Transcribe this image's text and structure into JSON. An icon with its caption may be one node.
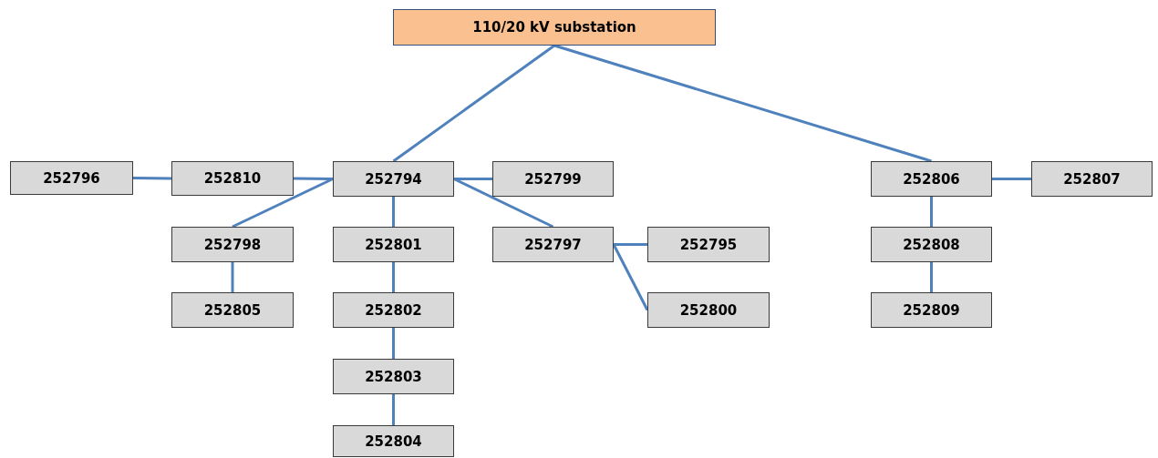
{
  "diagram": {
    "nodes": [
      {
        "text": [
          "110/20 kV substation"
        ]
      },
      {
        "text": [
          "252796"
        ]
      },
      {
        "text": [
          "252810"
        ]
      },
      {
        "text": [
          "252794"
        ]
      },
      {
        "text": [
          "252799"
        ]
      },
      {
        "text": [
          "252806"
        ]
      },
      {
        "text": [
          "252807"
        ]
      },
      {
        "text": [
          "252798"
        ]
      },
      {
        "text": [
          "252801"
        ]
      },
      {
        "text": [
          "252797"
        ]
      },
      {
        "text": [
          "252795"
        ]
      },
      {
        "text": [
          "252808"
        ]
      },
      {
        "text": [
          "252805"
        ]
      },
      {
        "text": [
          "252802"
        ]
      },
      {
        "text": [
          "252800"
        ]
      },
      {
        "text": [
          "252809"
        ]
      },
      {
        "text": [
          "252803"
        ]
      },
      {
        "text": [
          "252804"
        ]
      }
    ],
    "edges": [
      {
        "from": 0,
        "to": 3,
        "arrow": "none"
      },
      {
        "from": 0,
        "to": 5,
        "arrow": "none"
      },
      {
        "from": 1,
        "to": 2,
        "arrow": "none"
      },
      {
        "from": 2,
        "to": 3,
        "arrow": "none"
      },
      {
        "from": 3,
        "to": 7,
        "arrow": "none"
      },
      {
        "from": 3,
        "to": 4,
        "arrow": "none"
      },
      {
        "from": 3,
        "to": 9,
        "arrow": "none"
      },
      {
        "from": 3,
        "to": 8,
        "arrow": "none"
      },
      {
        "from": 8,
        "to": 13,
        "arrow": "none"
      },
      {
        "from": 13,
        "to": 16,
        "arrow": "none"
      },
      {
        "from": 16,
        "to": 17,
        "arrow": "none"
      },
      {
        "from": 7,
        "to": 12,
        "arrow": "none"
      },
      {
        "from": 9,
        "to": 10,
        "arrow": "none"
      },
      {
        "from": 9,
        "to": 14,
        "arrow": "none"
      },
      {
        "from": 5,
        "to": 6,
        "arrow": "none"
      },
      {
        "from": 5,
        "to": 11,
        "arrow": "none"
      },
      {
        "from": 11,
        "to": 15,
        "arrow": "none"
      }
    ]
  }
}
